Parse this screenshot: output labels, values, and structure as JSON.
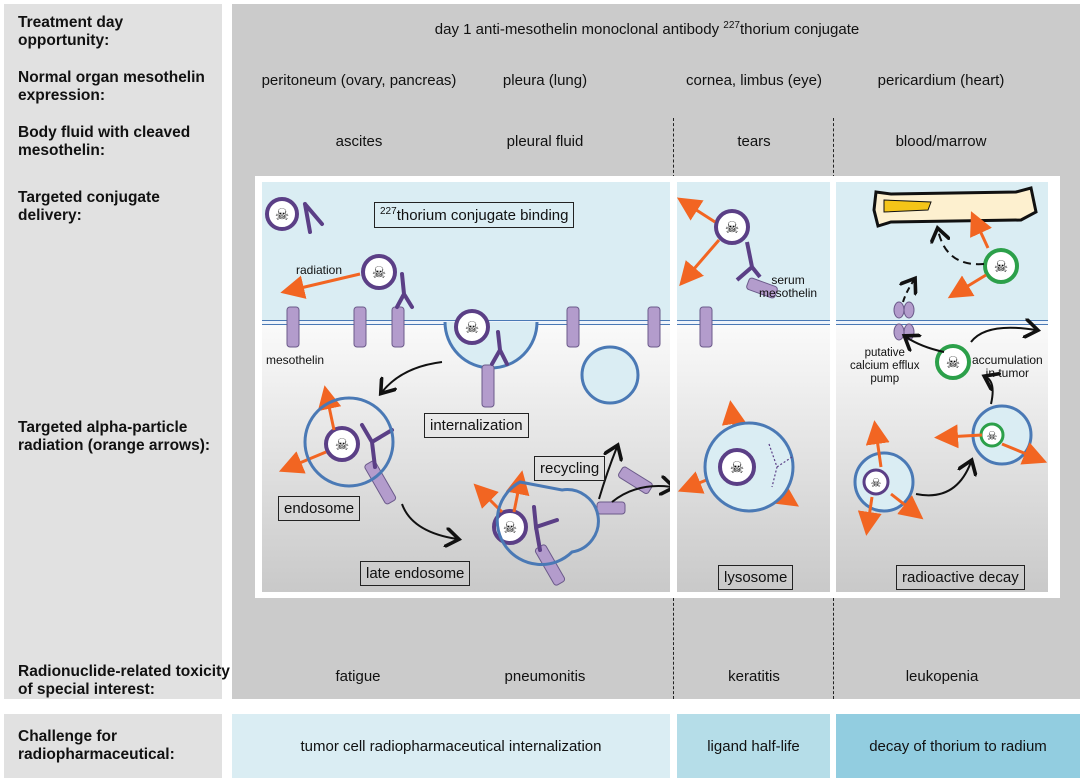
{
  "row_labels": {
    "treatment_day": "Treatment day opportunity:",
    "normal_organ": "Normal organ mesothelin expression:",
    "body_fluid": "Body fluid with cleaved mesothelin:",
    "delivery": "Targeted conjugate delivery:",
    "radiation": "Targeted alpha-particle radiation (orange arrows):",
    "toxicity": "Radionuclide-related toxicity of special interest:",
    "challenge": "Challenge for radiopharmaceutical:"
  },
  "treatment": {
    "prefix": "day 1 anti-mesothelin monoclonal antibody ",
    "isotope": "227",
    "suffix": "thorium conjugate"
  },
  "columns": [
    {
      "organ": "peritoneum (ovary, pancreas)",
      "fluid": "ascites",
      "toxicity": "fatigue"
    },
    {
      "organ": "pleura (lung)",
      "fluid": "pleural fluid",
      "toxicity": "pneumonitis"
    },
    {
      "organ": "cornea, limbus (eye)",
      "fluid": "tears",
      "toxicity": "keratitis"
    },
    {
      "organ": "pericardium (heart)",
      "fluid": "blood/marrow",
      "toxicity": "leukopenia"
    }
  ],
  "diagram": {
    "binding_isotope": "227",
    "binding_label": "thorium conjugate binding",
    "radiation": "radiation",
    "mesothelin": "mesothelin",
    "internalization": "internalization",
    "endosome": "endosome",
    "recycling": "recycling",
    "late_endosome": "late endosome",
    "serum_mesothelin_1": "serum",
    "serum_mesothelin_2": "mesothelin",
    "lysosome": "lysosome",
    "pump_1": "putative",
    "pump_2": "calcium efflux",
    "pump_3": "pump",
    "accum_1": "accumulation",
    "accum_2": "in tumor",
    "radioactive_decay": "radioactive decay"
  },
  "challenges": [
    {
      "label": "tumor cell radiopharmaceutical internalization",
      "color": "#daedf3"
    },
    {
      "label": "ligand half-life",
      "color": "#b5dde8"
    },
    {
      "label": "decay of thorium to radium",
      "color": "#92cde0"
    }
  ],
  "colors": {
    "radiation_arrow": "#f26522",
    "thorium_ring": "#5b3f86",
    "radium_ring": "#2ca04a",
    "mesothelin": "#b39ccc",
    "membrane": "#4a79b5"
  }
}
